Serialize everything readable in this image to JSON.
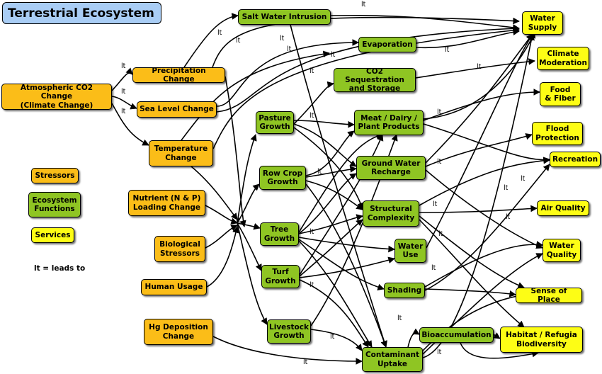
{
  "title": "Terrestrial Ecosystem",
  "legend": {
    "stressors": "Stressors",
    "functions": "Ecosystem\nFunctions",
    "services": "Services",
    "note": "lt = leads to"
  },
  "edge_label": "lt",
  "colors": {
    "stressor": "#fbbd18",
    "function": "#8fc523",
    "service": "#fdfd15",
    "title": "#a9cdf5"
  },
  "nodes": {
    "atmospheric_co2": "Atmospheric CO2 Change\n(Climate Change)",
    "precipitation": "Precipitation Change",
    "sea_level": "Sea Level Change",
    "temperature": "Temperature\nChange",
    "nutrient": "Nutrient (N & P)\nLoading Change",
    "biological": "Biological\nStressors",
    "human_usage": "Human Usage",
    "hg_deposition": "Hg Deposition\nChange",
    "salt_water": "Salt Water Intrusion",
    "evaporation": "Evaporation",
    "co2_sequestration": "CO2 Sequestration\nand Storage",
    "pasture": "Pasture\nGrowth",
    "meat_dairy": "Meat / Dairy /\nPlant Products",
    "row_crop": "Row Crop\nGrowth",
    "ground_water": "Ground Water\nRecharge",
    "structural": "Structural\nComplexity",
    "tree": "Tree\nGrowth",
    "water_use": "Water\nUse",
    "turf": "Turf\nGrowth",
    "shading": "Shading",
    "livestock": "Livestock\nGrowth",
    "bioaccumulation": "Bioaccumulation",
    "contaminant": "Contaminant\nUptake",
    "water_supply": "Water\nSupply",
    "climate_moderation": "Climate\nModeration",
    "food_fiber": "Food\n& Fiber",
    "flood_protection": "Flood\nProtection",
    "recreation": "Recreation",
    "air_quality": "Air Quality",
    "water_quality": "Water\nQuality",
    "sense_of_place": "Sense of Place",
    "habitat": "Habitat / Refugia\nBiodiversity"
  }
}
